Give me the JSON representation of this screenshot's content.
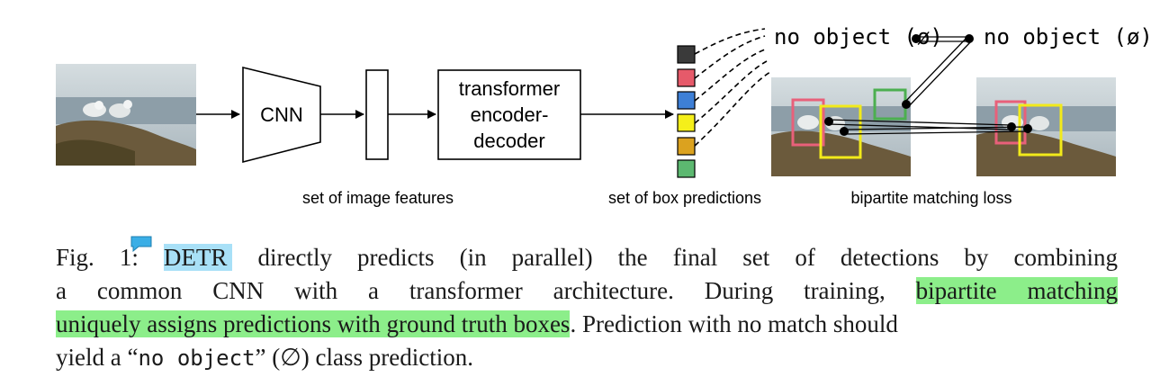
{
  "figure": {
    "cnn_label": "CNN",
    "transformer_label_lines": [
      "transformer",
      "encoder-",
      "decoder"
    ],
    "features_caption": "set of image features",
    "predictions_caption": "set of box predictions",
    "matching_caption": "bipartite matching loss",
    "no_object_left": "no object (ø)",
    "no_object_right": "no object (ø)",
    "prediction_colors": [
      "#3a3a3a",
      "#e65a6a",
      "#3d7fd6",
      "#f5ef1a",
      "#dba21f",
      "#5cb870"
    ],
    "image_sky_color": "#c9d3d6",
    "image_water_color": "#8d9ea8",
    "image_rock_color": "#6b5a3c",
    "box_colors": {
      "pink": "#e8607a",
      "yellow": "#f2ea1a",
      "green": "#4caf50"
    }
  },
  "caption": {
    "fig_label": "Fig. 1: ",
    "detr": "DETR",
    "line1_rest": "directly predicts (in parallel) the final set of detections by combining",
    "line2_plain": "a common CNN with a transformer architecture. During training, ",
    "line2_highlight": "bipartite matching",
    "line3_highlight": "uniquely assigns predictions with ground truth boxes",
    "line3_rest": ". Prediction with no match should",
    "line4_a": "yield a “",
    "line4_mono": "no object",
    "line4_b": "” (∅) class prediction."
  },
  "annotation_colors": {
    "note_icon": "#3aaee6",
    "highlight_blue": "#a8e0f7",
    "highlight_green": "#8cee8a"
  }
}
